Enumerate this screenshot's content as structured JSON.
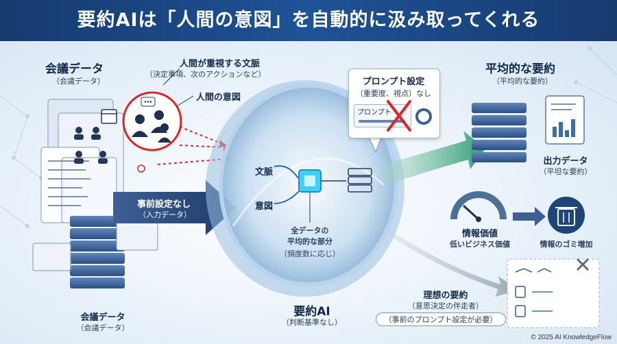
{
  "title": "要約AIは「人間の意図」を自動的に汲み取ってくれる",
  "left": {
    "meeting_data_title": "会議データ",
    "meeting_data_sub": "（会議データ）",
    "context_title": "人間が重視する文脈",
    "context_sub": "（決定事項、次のアクションなど）",
    "intent_label": "人間の意図",
    "bottom_title": "会議データ",
    "bottom_sub": "（会議データ）"
  },
  "input_arrow": {
    "line1": "事前設定なし",
    "line2": "（入力データ）"
  },
  "lens": {
    "context": "文脈",
    "intent": "意図",
    "avg_line1": "全データの",
    "avg_line2": "平均的な部分",
    "avg_line3": "（頻度数に応じ）",
    "title": "要約AI",
    "sub": "（判断基準なし）"
  },
  "prompt_box": {
    "title": "プロンプト設定",
    "sub": "（重要度、視点）なし",
    "field_label": "プロンプト"
  },
  "right": {
    "avg_summary_title": "平均的な要約",
    "avg_summary_sub": "（平均的な要約）",
    "output_title": "出力データ",
    "output_sub": "（平坦な要約）",
    "value_title": "情報価値",
    "value_sub": "低いビジネス価値",
    "trash_label": "情報のゴミ増加",
    "ideal_title": "理想の要約",
    "ideal_sub": "（意思決定の伴走者）",
    "ideal_note": "（事前のプロンプト設定が必要）"
  },
  "copyright": "© 2025 AI KnowledgeFlow",
  "icons": [
    "document-icon",
    "calendar-icon",
    "people-icon",
    "chat-icon",
    "server-stack-icon",
    "chip-icon",
    "gear-icon",
    "cross-icon",
    "report-icon",
    "gauge-icon",
    "trash-icon",
    "handshake-icon",
    "checklist-icon"
  ],
  "colors": {
    "banner": "#1f5296",
    "accent_red": "#d8262c",
    "accent_green": "#2f9b74",
    "navy": "#13294b"
  }
}
